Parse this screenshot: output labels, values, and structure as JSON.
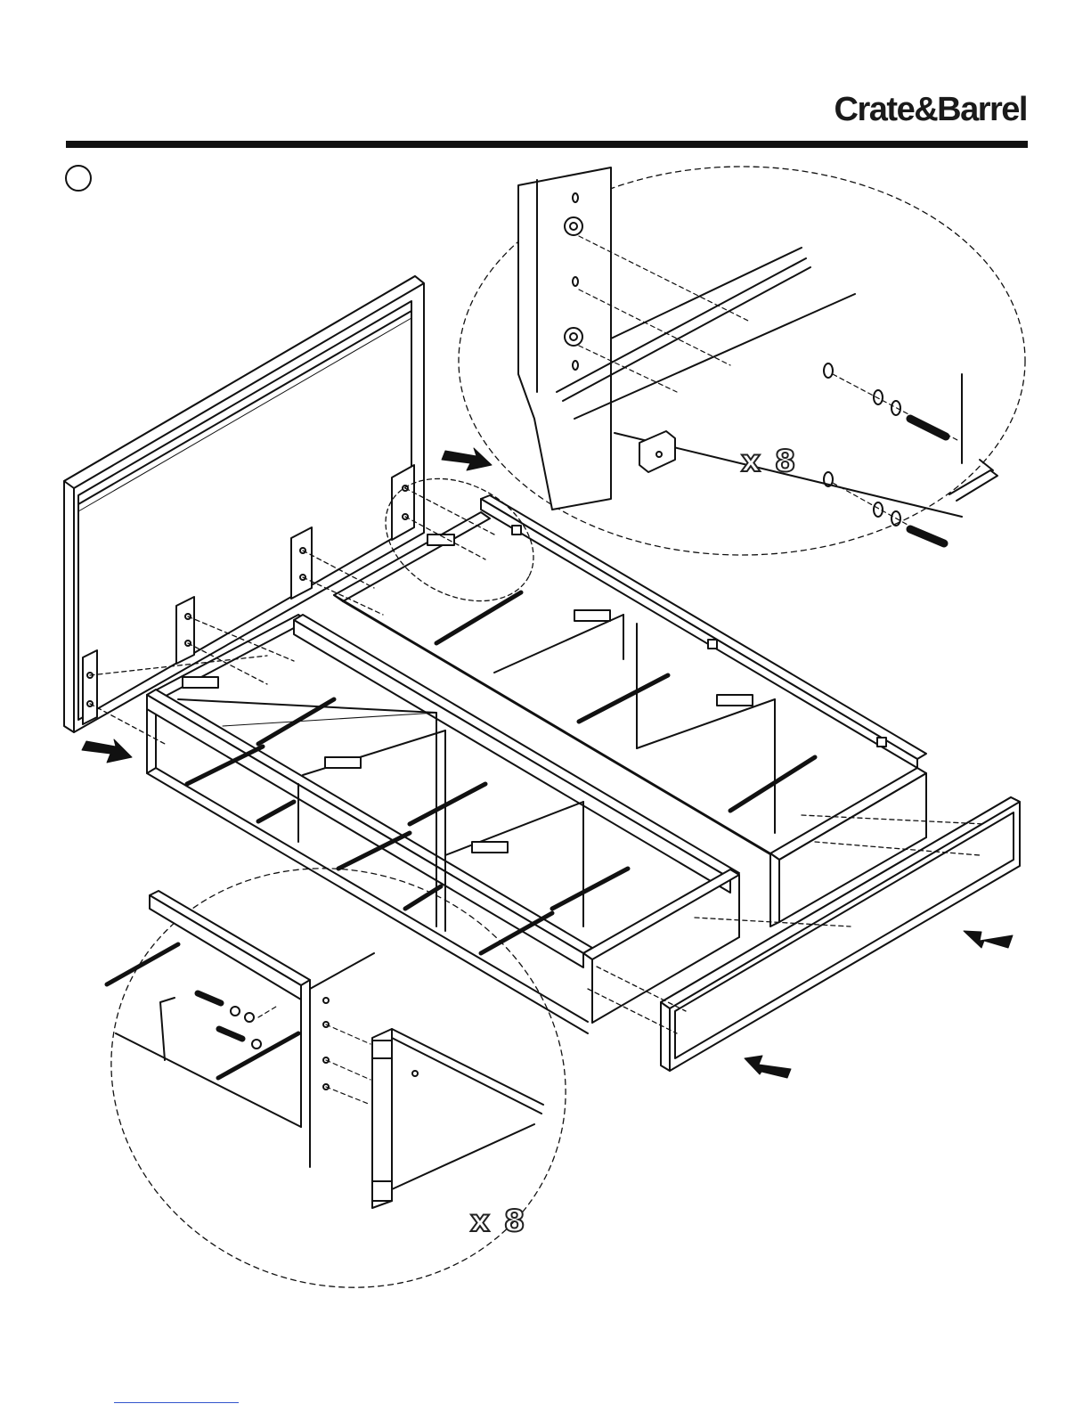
{
  "header": {
    "brand_logo": "Crate&Barrel"
  },
  "step": {
    "number": ""
  },
  "detail_top": {
    "quantity": "x 8"
  },
  "detail_bottom": {
    "quantity": "x 8"
  },
  "colors": {
    "ink": "#111111",
    "background": "#ffffff"
  },
  "icons": [
    "arrow-icon",
    "allen-key-icon",
    "bolt-icon",
    "washer-icon"
  ]
}
